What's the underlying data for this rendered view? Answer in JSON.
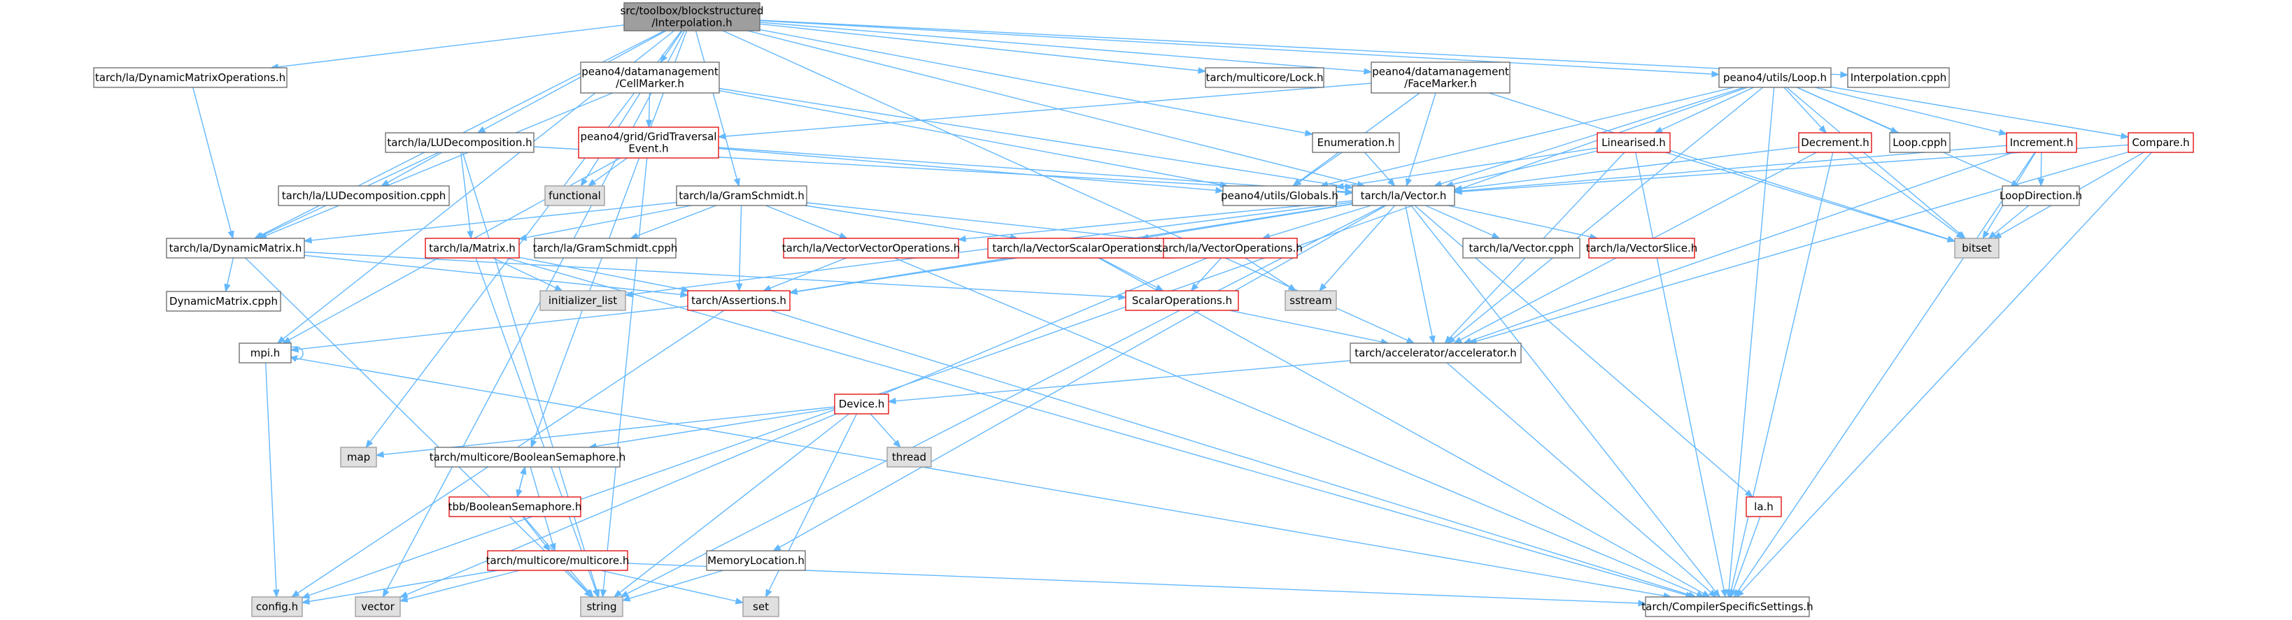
{
  "graph": {
    "nodes": [
      {
        "id": "root",
        "label": [
          "src/toolbox/blockstructured",
          "/Interpolation.h"
        ],
        "style": "root"
      },
      {
        "id": "dmo",
        "label": [
          "tarch/la/DynamicMatrixOperations.h"
        ],
        "style": "plain"
      },
      {
        "id": "cellmarker",
        "label": [
          "peano4/datamanagement",
          "/CellMarker.h"
        ],
        "style": "plain"
      },
      {
        "id": "lock",
        "label": [
          "tarch/multicore/Lock.h"
        ],
        "style": "plain"
      },
      {
        "id": "facemarker",
        "label": [
          "peano4/datamanagement",
          "/FaceMarker.h"
        ],
        "style": "plain"
      },
      {
        "id": "loop",
        "label": [
          "peano4/utils/Loop.h"
        ],
        "style": "plain"
      },
      {
        "id": "interpcpph",
        "label": [
          "Interpolation.cpph"
        ],
        "style": "plain"
      },
      {
        "id": "lud",
        "label": [
          "tarch/la/LUDecomposition.h"
        ],
        "style": "plain"
      },
      {
        "id": "gte",
        "label": [
          "peano4/grid/GridTraversal",
          "Event.h"
        ],
        "style": "red"
      },
      {
        "id": "enumeration",
        "label": [
          "Enumeration.h"
        ],
        "style": "plain"
      },
      {
        "id": "linearised",
        "label": [
          "Linearised.h"
        ],
        "style": "red"
      },
      {
        "id": "decrement",
        "label": [
          "Decrement.h"
        ],
        "style": "red"
      },
      {
        "id": "loopcpph",
        "label": [
          "Loop.cpph"
        ],
        "style": "plain"
      },
      {
        "id": "increment",
        "label": [
          "Increment.h"
        ],
        "style": "red"
      },
      {
        "id": "compare",
        "label": [
          "Compare.h"
        ],
        "style": "red"
      },
      {
        "id": "functional",
        "label": [
          "functional"
        ],
        "style": "sys"
      },
      {
        "id": "ludcpp",
        "label": [
          "tarch/la/LUDecomposition.cpph"
        ],
        "style": "plain"
      },
      {
        "id": "globals",
        "label": [
          "peano4/utils/Globals.h"
        ],
        "style": "plain"
      },
      {
        "id": "vector",
        "label": [
          "tarch/la/Vector.h"
        ],
        "style": "plain"
      },
      {
        "id": "loopdir",
        "label": [
          "LoopDirection.h"
        ],
        "style": "plain"
      },
      {
        "id": "gramschmidt",
        "label": [
          "tarch/la/GramSchmidt.h"
        ],
        "style": "plain"
      },
      {
        "id": "bitset",
        "label": [
          "bitset"
        ],
        "style": "sys"
      },
      {
        "id": "dynmatrix",
        "label": [
          "tarch/la/DynamicMatrix.h"
        ],
        "style": "plain"
      },
      {
        "id": "matrix",
        "label": [
          "tarch/la/Matrix.h"
        ],
        "style": "red"
      },
      {
        "id": "gscpph",
        "label": [
          "tarch/la/GramSchmidt.cpph"
        ],
        "style": "plain"
      },
      {
        "id": "vvo",
        "label": [
          "tarch/la/VectorVectorOperations.h"
        ],
        "style": "red"
      },
      {
        "id": "vso",
        "label": [
          "tarch/la/VectorScalarOperations.h"
        ],
        "style": "red"
      },
      {
        "id": "vo",
        "label": [
          "tarch/la/VectorOperations.h"
        ],
        "style": "red"
      },
      {
        "id": "vectorcpph",
        "label": [
          "tarch/la/Vector.cpph"
        ],
        "style": "plain"
      },
      {
        "id": "vectorslice",
        "label": [
          "tarch/la/VectorSlice.h"
        ],
        "style": "red"
      },
      {
        "id": "dmcpph",
        "label": [
          "DynamicMatrix.cpph"
        ],
        "style": "plain"
      },
      {
        "id": "initlist",
        "label": [
          "initializer_list"
        ],
        "style": "sys"
      },
      {
        "id": "assertions",
        "label": [
          "tarch/Assertions.h"
        ],
        "style": "red"
      },
      {
        "id": "scalarops",
        "label": [
          "ScalarOperations.h"
        ],
        "style": "red"
      },
      {
        "id": "sstream",
        "label": [
          "sstream"
        ],
        "style": "sys"
      },
      {
        "id": "mpi",
        "label": [
          "mpi.h"
        ],
        "style": "plain"
      },
      {
        "id": "accelerator",
        "label": [
          "tarch/accelerator/accelerator.h"
        ],
        "style": "plain"
      },
      {
        "id": "device",
        "label": [
          "Device.h"
        ],
        "style": "red"
      },
      {
        "id": "map",
        "label": [
          "map"
        ],
        "style": "sys"
      },
      {
        "id": "boolsem",
        "label": [
          "tarch/multicore/BooleanSemaphore.h"
        ],
        "style": "plain"
      },
      {
        "id": "thread",
        "label": [
          "thread"
        ],
        "style": "sys"
      },
      {
        "id": "tbbsem",
        "label": [
          "tbb/BooleanSemaphore.h"
        ],
        "style": "red"
      },
      {
        "id": "lah",
        "label": [
          "la.h"
        ],
        "style": "red"
      },
      {
        "id": "multicore",
        "label": [
          "tarch/multicore/multicore.h"
        ],
        "style": "red"
      },
      {
        "id": "memloc",
        "label": [
          "MemoryLocation.h"
        ],
        "style": "plain"
      },
      {
        "id": "config",
        "label": [
          "config.h"
        ],
        "style": "sys"
      },
      {
        "id": "vectorsys",
        "label": [
          "vector"
        ],
        "style": "sys"
      },
      {
        "id": "string",
        "label": [
          "string"
        ],
        "style": "sys"
      },
      {
        "id": "set",
        "label": [
          "set"
        ],
        "style": "sys"
      },
      {
        "id": "css",
        "label": [
          "tarch/CompilerSpecificSettings.h"
        ],
        "style": "plain"
      }
    ],
    "edges": [
      [
        "root",
        "dmo"
      ],
      [
        "root",
        "cellmarker"
      ],
      [
        "root",
        "lock"
      ],
      [
        "root",
        "facemarker"
      ],
      [
        "root",
        "loop"
      ],
      [
        "root",
        "interpcpph"
      ],
      [
        "root",
        "lud"
      ],
      [
        "root",
        "gramschmidt"
      ],
      [
        "root",
        "enumeration"
      ],
      [
        "root",
        "vector"
      ],
      [
        "root",
        "dynmatrix"
      ],
      [
        "root",
        "mpi"
      ],
      [
        "root",
        "map"
      ],
      [
        "root",
        "vectorsys"
      ],
      [
        "root",
        "boolsem"
      ],
      [
        "root",
        "accelerator"
      ],
      [
        "dmo",
        "dynmatrix"
      ],
      [
        "cellmarker",
        "gte"
      ],
      [
        "cellmarker",
        "vector"
      ],
      [
        "cellmarker",
        "globals"
      ],
      [
        "cellmarker",
        "functional"
      ],
      [
        "cellmarker",
        "dynmatrix"
      ],
      [
        "facemarker",
        "gte"
      ],
      [
        "facemarker",
        "vector"
      ],
      [
        "facemarker",
        "globals"
      ],
      [
        "facemarker",
        "bitset"
      ],
      [
        "loop",
        "linearised"
      ],
      [
        "loop",
        "decrement"
      ],
      [
        "loop",
        "loopcpph"
      ],
      [
        "loop",
        "increment"
      ],
      [
        "loop",
        "compare"
      ],
      [
        "loop",
        "loopdir"
      ],
      [
        "loop",
        "globals"
      ],
      [
        "loop",
        "vector"
      ],
      [
        "loop",
        "bitset"
      ],
      [
        "loop",
        "accelerator"
      ],
      [
        "loop",
        "css"
      ],
      [
        "loop",
        "config"
      ],
      [
        "lud",
        "ludcpp"
      ],
      [
        "lud",
        "matrix"
      ],
      [
        "lud",
        "vector"
      ],
      [
        "lud",
        "dynmatrix"
      ],
      [
        "lud",
        "string"
      ],
      [
        "gte",
        "functional"
      ],
      [
        "gte",
        "globals"
      ],
      [
        "gte",
        "vector"
      ],
      [
        "gte",
        "mpi"
      ],
      [
        "gte",
        "string"
      ],
      [
        "enumeration",
        "globals"
      ],
      [
        "enumeration",
        "vector"
      ],
      [
        "linearised",
        "vector"
      ],
      [
        "linearised",
        "globals"
      ],
      [
        "linearised",
        "bitset"
      ],
      [
        "linearised",
        "accelerator"
      ],
      [
        "linearised",
        "css"
      ],
      [
        "decrement",
        "vector"
      ],
      [
        "decrement",
        "bitset"
      ],
      [
        "decrement",
        "accelerator"
      ],
      [
        "decrement",
        "css"
      ],
      [
        "increment",
        "vector"
      ],
      [
        "increment",
        "loopdir"
      ],
      [
        "increment",
        "bitset"
      ],
      [
        "increment",
        "accelerator"
      ],
      [
        "increment",
        "css"
      ],
      [
        "compare",
        "vector"
      ],
      [
        "compare",
        "bitset"
      ],
      [
        "compare",
        "accelerator"
      ],
      [
        "compare",
        "css"
      ],
      [
        "loopdir",
        "bitset"
      ],
      [
        "gramschmidt",
        "gscpph"
      ],
      [
        "gramschmidt",
        "dynmatrix"
      ],
      [
        "gramschmidt",
        "matrix"
      ],
      [
        "gramschmidt",
        "vvo"
      ],
      [
        "gramschmidt",
        "vso"
      ],
      [
        "gramschmidt",
        "vo"
      ],
      [
        "gramschmidt",
        "assertions"
      ],
      [
        "vector",
        "vvo"
      ],
      [
        "vector",
        "vso"
      ],
      [
        "vector",
        "vo"
      ],
      [
        "vector",
        "vectorcpph"
      ],
      [
        "vector",
        "vectorslice"
      ],
      [
        "vector",
        "initlist"
      ],
      [
        "vector",
        "assertions"
      ],
      [
        "vector",
        "sstream"
      ],
      [
        "vector",
        "accelerator"
      ],
      [
        "vector",
        "lah"
      ],
      [
        "vector",
        "css"
      ],
      [
        "vector",
        "string"
      ],
      [
        "vector",
        "memloc"
      ],
      [
        "dynmatrix",
        "dmcpph"
      ],
      [
        "dynmatrix",
        "assertions"
      ],
      [
        "dynmatrix",
        "scalarops"
      ],
      [
        "dynmatrix",
        "string"
      ],
      [
        "matrix",
        "initlist"
      ],
      [
        "matrix",
        "assertions"
      ],
      [
        "matrix",
        "css"
      ],
      [
        "matrix",
        "string"
      ],
      [
        "vvo",
        "assertions"
      ],
      [
        "vvo",
        "css"
      ],
      [
        "vso",
        "scalarops"
      ],
      [
        "vso",
        "assertions"
      ],
      [
        "vso",
        "css"
      ],
      [
        "vo",
        "sstream"
      ],
      [
        "vo",
        "scalarops"
      ],
      [
        "vo",
        "vectorsys"
      ],
      [
        "assertions",
        "mpi"
      ],
      [
        "assertions",
        "css"
      ],
      [
        "assertions",
        "config"
      ],
      [
        "scalarops",
        "accelerator"
      ],
      [
        "mpi",
        "mpi"
      ],
      [
        "mpi",
        "config"
      ],
      [
        "mpi",
        "css"
      ],
      [
        "accelerator",
        "device"
      ],
      [
        "accelerator",
        "css"
      ],
      [
        "device",
        "map"
      ],
      [
        "device",
        "boolsem"
      ],
      [
        "device",
        "thread"
      ],
      [
        "device",
        "string"
      ],
      [
        "device",
        "set"
      ],
      [
        "boolsem",
        "tbbsem"
      ],
      [
        "boolsem",
        "multicore"
      ],
      [
        "tbbsem",
        "boolsem"
      ],
      [
        "tbbsem",
        "multicore"
      ],
      [
        "tbbsem",
        "string"
      ],
      [
        "multicore",
        "config"
      ],
      [
        "multicore",
        "vectorsys"
      ],
      [
        "multicore",
        "string"
      ],
      [
        "multicore",
        "set"
      ],
      [
        "multicore",
        "css"
      ],
      [
        "memloc",
        "string"
      ],
      [
        "lah",
        "css"
      ]
    ]
  }
}
